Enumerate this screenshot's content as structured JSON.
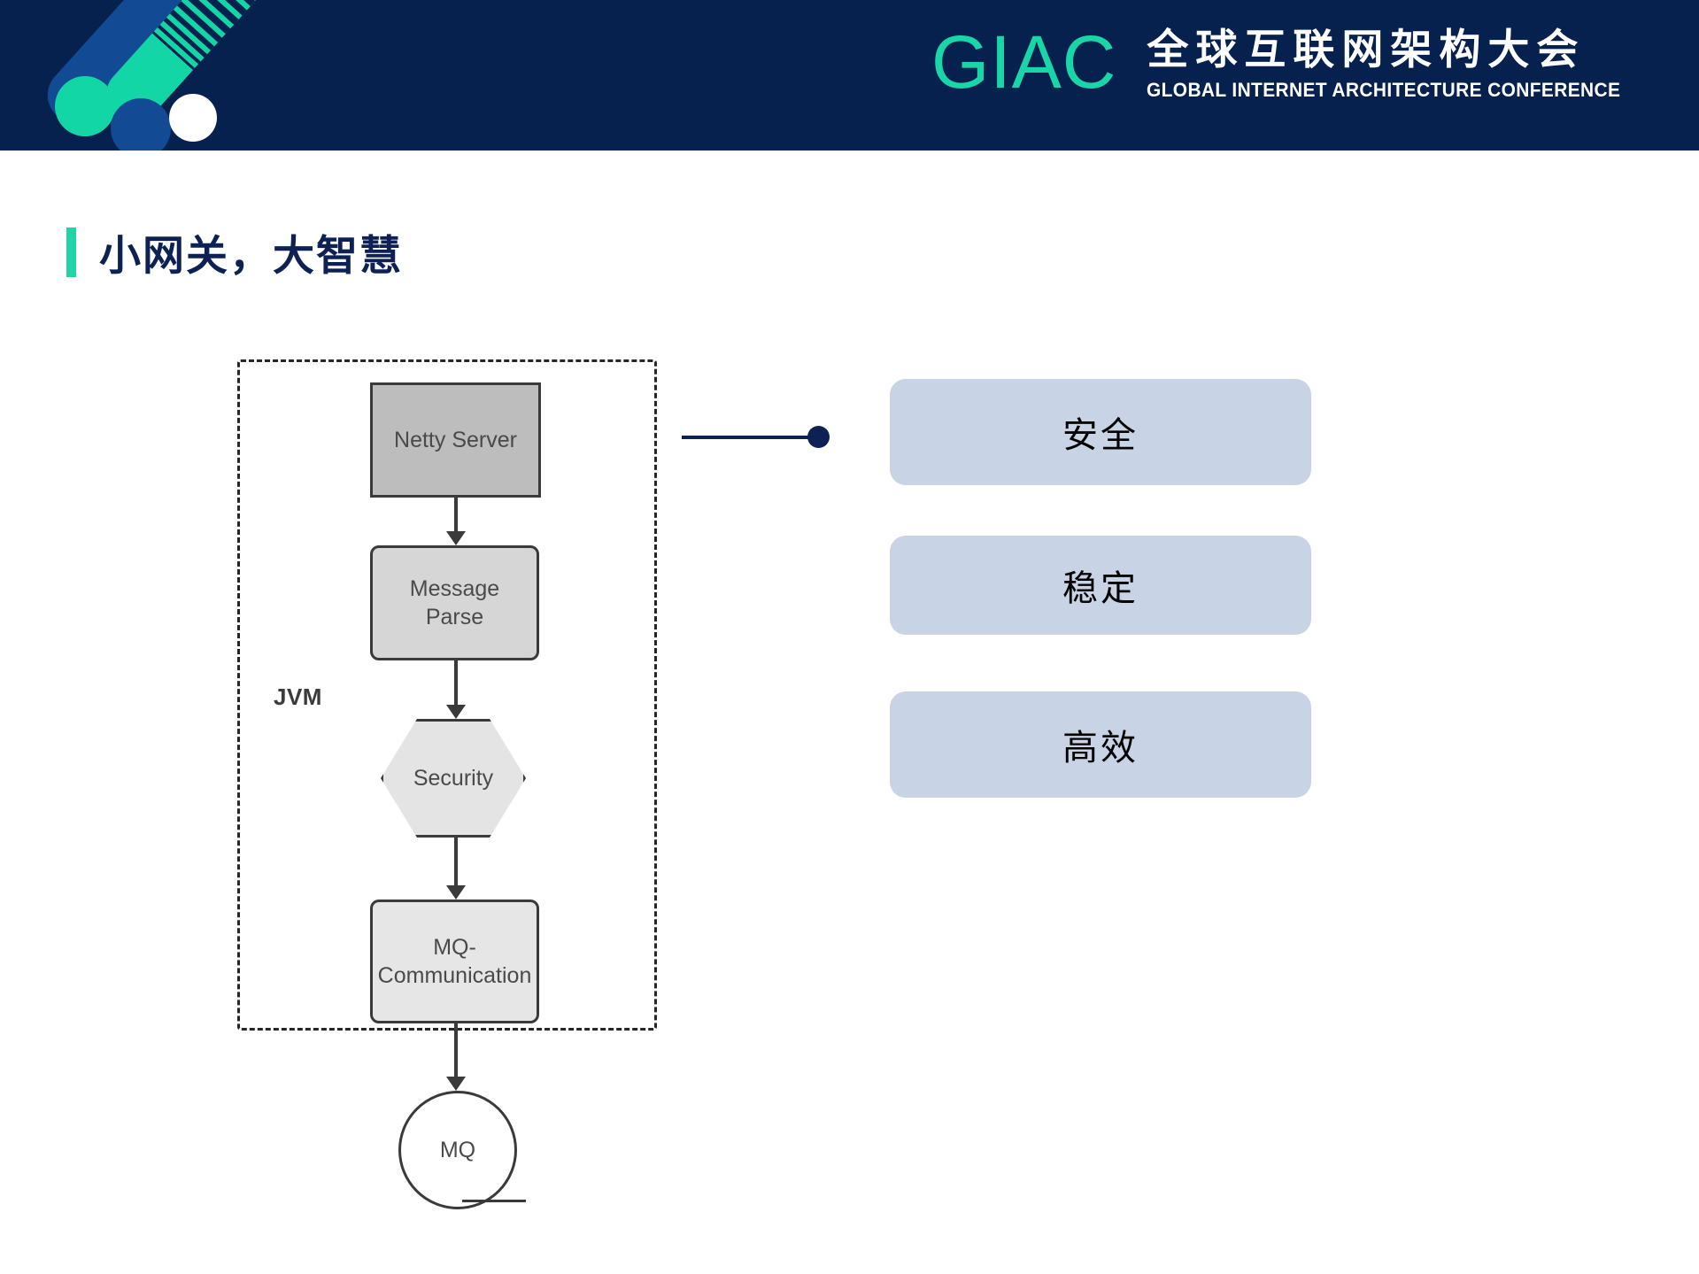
{
  "header": {
    "background_color": "#07214f",
    "logo_mark_name": "giac-swoosh-logo",
    "brand_acronym": "GIAC",
    "brand_name_cn": "全球互联网架构大会",
    "brand_name_en": "GLOBAL INTERNET ARCHITECTURE CONFERENCE",
    "accent_color": "#18d6a8"
  },
  "slide": {
    "title": "小网关，大智慧",
    "title_accent_color": "#22d3a5",
    "title_color": "#0d2154"
  },
  "diagram": {
    "container_label": "JVM",
    "nodes": [
      {
        "id": "netty-server",
        "label": "Netty Server",
        "shape": "rectangle",
        "fill": "#bdbdbd"
      },
      {
        "id": "message-parse",
        "label": "Message\nParse",
        "shape": "rounded-rectangle",
        "fill": "#d6d6d6"
      },
      {
        "id": "security",
        "label": "Security",
        "shape": "hexagon",
        "fill": "#e4e4e4"
      },
      {
        "id": "mq-communication",
        "label": "MQ-Communication",
        "shape": "rounded-rectangle",
        "fill": "#e6e6e6"
      },
      {
        "id": "mq",
        "label": "MQ",
        "shape": "circle",
        "fill": "#ffffff"
      }
    ],
    "node_labels": {
      "netty_server": "Netty Server",
      "message_parse_line1": "Message",
      "message_parse_line2": "Parse",
      "security": "Security",
      "mq_communication": "MQ-Communication",
      "mq": "MQ"
    },
    "connector": {
      "from": "netty-server",
      "to": "feature-0",
      "color": "#0d2154"
    }
  },
  "features": {
    "box_color": "#c9d3e6",
    "items": [
      {
        "label": "安全"
      },
      {
        "label": "稳定"
      },
      {
        "label": "高效"
      }
    ]
  }
}
